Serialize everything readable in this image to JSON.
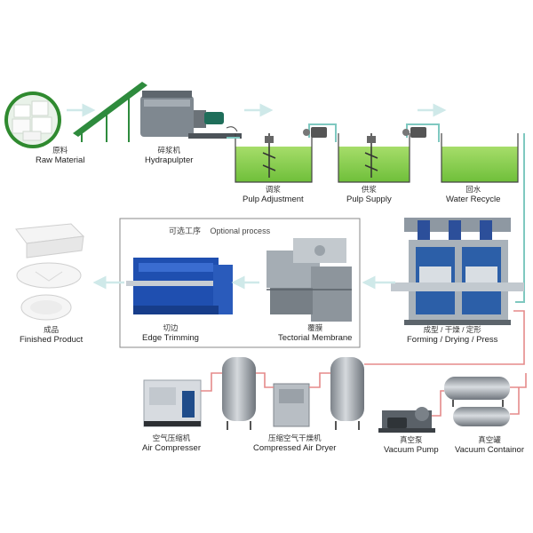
{
  "steps": {
    "raw_material": {
      "cn": "原料",
      "en": "Raw Material"
    },
    "hydrapulpter": {
      "cn": "碎浆机",
      "en": "Hydrapulpter"
    },
    "pulp_adjustment": {
      "cn": "调浆",
      "en": "Pulp Adjustment"
    },
    "pulp_supply": {
      "cn": "供浆",
      "en": "Pulp Supply"
    },
    "water_recycle": {
      "cn": "回水",
      "en": "Water Recycle"
    },
    "forming": {
      "cn": "成型 / 干燥 / 定形",
      "en": "Forming / Drying / Press"
    },
    "tectorial": {
      "cn": "覆膜",
      "en": "Tectorial Membrane"
    },
    "edge_trimming": {
      "cn": "切边",
      "en": "Edge Trimming"
    },
    "finished": {
      "cn": "成品",
      "en": "Finished Product"
    },
    "air_compressor": {
      "cn": "空气压缩机",
      "en": "Air Compresser"
    },
    "air_dryer": {
      "cn": "压缩空气干燥机",
      "en": "Compressed Air Dryer"
    },
    "vacuum_pump": {
      "cn": "真空泵",
      "en": "Vacuum Pump"
    },
    "vacuum_container": {
      "cn": "真空罐",
      "en": "Vacuum Containor"
    }
  },
  "optional": {
    "cn": "可选工序",
    "en": "Optional process"
  },
  "colors": {
    "pulp_green": "#8fd14f",
    "pipe_teal": "#7fc8c0",
    "arrow": "#bfe3e3",
    "machine_blue": "#2c5fa8",
    "tank_gray": "#9aa0a6",
    "red_line": "#e58a8a"
  }
}
